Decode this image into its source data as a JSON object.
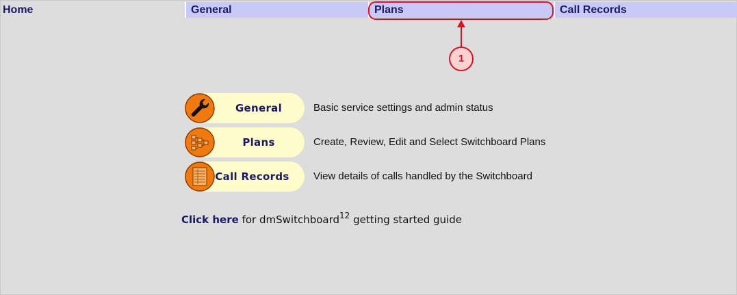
{
  "nav": {
    "home": "Home",
    "general": "General",
    "plans": "Plans",
    "call_records": "Call Records"
  },
  "callout": {
    "number": "1"
  },
  "menu": [
    {
      "label": "General",
      "icon": "wrench-icon",
      "description": "Basic service settings and admin status"
    },
    {
      "label": "Plans",
      "icon": "flowchart-icon",
      "description": "Create, Review, Edit and Select Switchboard Plans"
    },
    {
      "label": "Call Records",
      "icon": "records-sheet-icon",
      "description": "View details of calls handled by the Switchboard"
    }
  ],
  "guide": {
    "link": "Click here",
    "text_before": " for dmSwitchboard",
    "sup": "12",
    "text_after": " getting started guide"
  },
  "colors": {
    "background": "#dddddd",
    "nav_tab": "#c9c9f7",
    "nav_text": "#1a1a66",
    "pill": "#fffccc",
    "icon_orange": "#f07a10",
    "highlight_red": "#dd1122"
  }
}
